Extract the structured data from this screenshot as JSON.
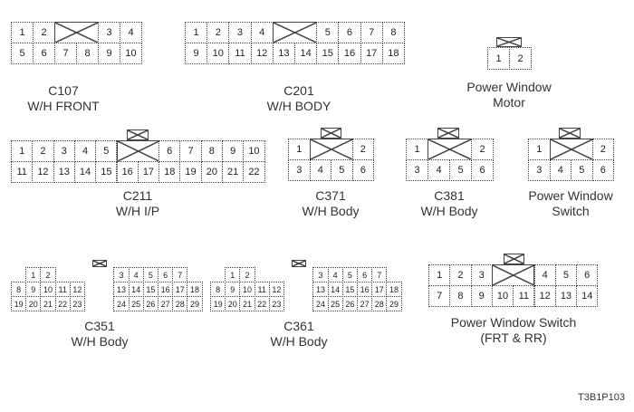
{
  "connectors": [
    {
      "id": "c107",
      "name": "C107",
      "desc": "W/H FRONT",
      "pins": [
        "1",
        "2",
        "3",
        "4",
        "5",
        "6",
        "7",
        "8",
        "9",
        "10"
      ]
    },
    {
      "id": "c201",
      "name": "C201",
      "desc": "W/H BODY",
      "pins": [
        "1",
        "2",
        "3",
        "4",
        "5",
        "6",
        "7",
        "8",
        "9",
        "10",
        "11",
        "12",
        "13",
        "14",
        "15",
        "16",
        "17",
        "18"
      ]
    },
    {
      "id": "pwm",
      "name": "Power Window",
      "desc": "Motor",
      "pins": [
        "1",
        "2"
      ]
    },
    {
      "id": "c211",
      "name": "C211",
      "desc": "W/H I/P",
      "pins": [
        "1",
        "2",
        "3",
        "4",
        "5",
        "6",
        "7",
        "8",
        "9",
        "10",
        "11",
        "12",
        "13",
        "14",
        "15",
        "16",
        "17",
        "18",
        "19",
        "20",
        "21",
        "22"
      ]
    },
    {
      "id": "c371",
      "name": "C371",
      "desc": "W/H Body",
      "pins": [
        "1",
        "2",
        "3",
        "4",
        "5",
        "6"
      ]
    },
    {
      "id": "c381",
      "name": "C381",
      "desc": "W/H Body",
      "pins": [
        "1",
        "2",
        "3",
        "4",
        "5",
        "6"
      ]
    },
    {
      "id": "pws",
      "name": "Power Window",
      "desc": "Switch",
      "pins": [
        "1",
        "2",
        "3",
        "4",
        "5",
        "6"
      ]
    },
    {
      "id": "c351",
      "name": "C351",
      "desc": "W/H Body",
      "pins": [
        "1",
        "2",
        "3",
        "4",
        "5",
        "6",
        "7",
        "8",
        "9",
        "10",
        "11",
        "12",
        "13",
        "14",
        "15",
        "16",
        "17",
        "18",
        "19",
        "20",
        "21",
        "22",
        "23",
        "24",
        "25",
        "26",
        "27",
        "28",
        "29"
      ]
    },
    {
      "id": "c361",
      "name": "C361",
      "desc": "W/H Body",
      "pins": [
        "1",
        "2",
        "3",
        "4",
        "5",
        "6",
        "7",
        "8",
        "9",
        "10",
        "11",
        "12",
        "13",
        "14",
        "15",
        "16",
        "17",
        "18",
        "19",
        "20",
        "21",
        "22",
        "23",
        "24",
        "25",
        "26",
        "27",
        "28",
        "29"
      ]
    },
    {
      "id": "pwsfr",
      "name": "Power Window Switch",
      "desc": "(FRT & RR)",
      "pins": [
        "1",
        "2",
        "3",
        "4",
        "5",
        "6",
        "7",
        "8",
        "9",
        "10",
        "11",
        "12",
        "13",
        "14"
      ]
    }
  ],
  "figure_code": "T3B1P103"
}
